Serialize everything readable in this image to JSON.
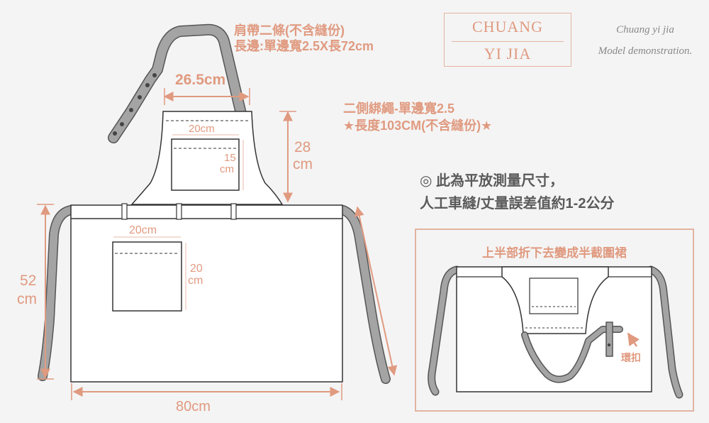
{
  "notes": {
    "strap_line1": "肩帶二條(不含縫份)",
    "strap_line2": "長邊:單邊寬2.5X長72cm",
    "ties_line1": "二側綁繩-單邊寬2.5",
    "ties_line2": "★長度103CM(不含縫份)★",
    "measure_line1": "◎ 此為平放測量尺寸，",
    "measure_line2": "人工車縫/丈量誤差值約1-2公分"
  },
  "brand": {
    "line1": "CHUANG",
    "line2": "YI JIA",
    "script1": "Chuang yi jia",
    "script2": "Model demonstration."
  },
  "dimensions": {
    "top_width": "26.5cm",
    "bib_height_value": "28",
    "bib_height_unit": "cm",
    "bib_pocket_width": "20cm",
    "bib_pocket_height_value": "15",
    "bib_pocket_height_unit": "cm",
    "skirt_pocket_width": "20cm",
    "skirt_pocket_height_value": "20",
    "skirt_pocket_height_unit": "cm",
    "skirt_height_value": "52",
    "skirt_height_unit": "cm",
    "skirt_width": "80cm"
  },
  "inset": {
    "title": "上半部折下去變成半截圍裙",
    "loop_label": "環扣"
  },
  "colors": {
    "accent": "#e09a80",
    "strap": "#a4a4a4",
    "outline": "#333333",
    "fabric": "#ffffff"
  }
}
